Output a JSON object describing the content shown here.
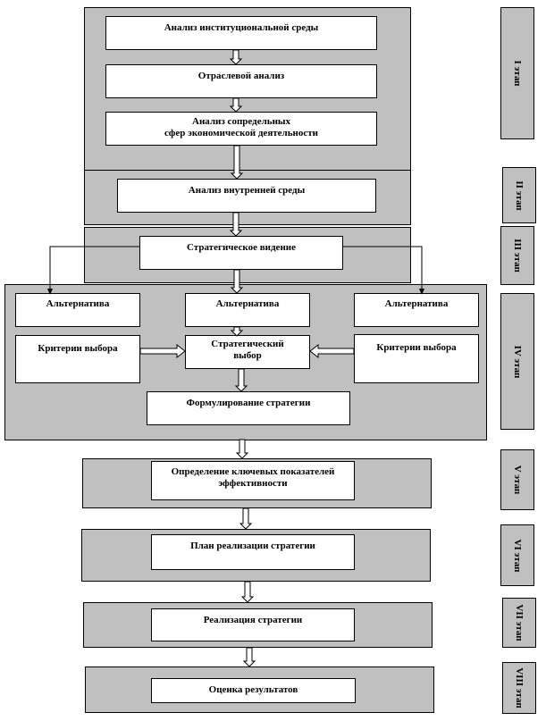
{
  "diagram": {
    "stages": [
      {
        "id": "I",
        "label": "I этап"
      },
      {
        "id": "II",
        "label": "II этап"
      },
      {
        "id": "III",
        "label": "III этап"
      },
      {
        "id": "IV",
        "label": "IV этап"
      },
      {
        "id": "V",
        "label": "V этап"
      },
      {
        "id": "VI",
        "label": "VI этап"
      },
      {
        "id": "VII",
        "label": "VII этап"
      },
      {
        "id": "VIII",
        "label": "VIII этап"
      }
    ],
    "nodes": {
      "institutional": "Анализ институциональной среды",
      "industry": "Отраслевой анализ",
      "adjacent_line1": "Анализ сопредельных",
      "adjacent_line2": "сфер экономической деятельности",
      "internal": "Анализ внутренней среды",
      "vision": "Стратегическое видение",
      "alt_left": "Альтернатива",
      "alt_center": "Альтернатива",
      "alt_right": "Альтернатива",
      "criteria_left": "Критерии выбора",
      "criteria_right": "Критерии выбора",
      "choice_line1": "Стратегический",
      "choice_line2": "выбор",
      "formulation": "Формулирование стратегии",
      "kpi_line1": "Определение ключевых показателей",
      "kpi_line2": "эффективности",
      "plan": "План реализации стратегии",
      "implementation": "Реализация стратегии",
      "evaluation": "Оценка результатов"
    },
    "colors": {
      "stage_fill": "#c0c0c0",
      "box_fill": "#ffffff",
      "stroke": "#000000"
    }
  }
}
